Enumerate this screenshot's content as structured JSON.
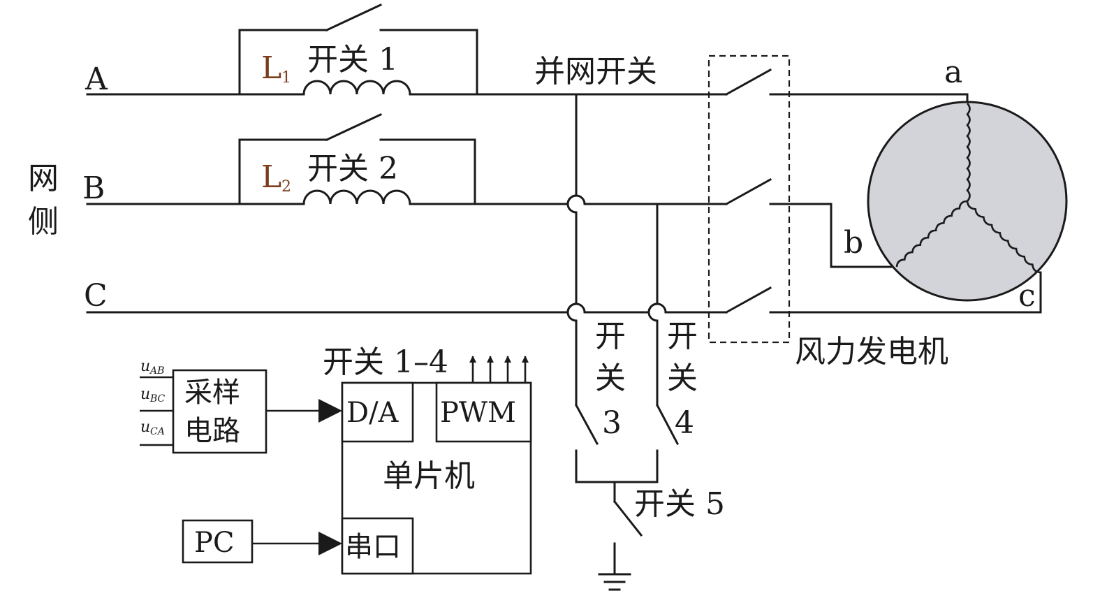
{
  "colors": {
    "line": "#1a1a1a",
    "inductor_label": "#7a3e1e",
    "generator_fill": "#d3d3da"
  },
  "labels": {
    "phase_a": "A",
    "phase_b": "B",
    "phase_c": "C",
    "grid_side_1": "网",
    "grid_side_2": "侧",
    "inductor_1": "L",
    "inductor_1_sub": "1",
    "inductor_2": "L",
    "inductor_2_sub": "2",
    "switch_1": "开关 1",
    "switch_2": "开关 2",
    "grid_switch": "并网开关",
    "switch_3_chars": [
      "开",
      "关",
      "3"
    ],
    "switch_4_chars": [
      "开",
      "关",
      "4"
    ],
    "switch_5": "开关 5",
    "generator": "风力发电机",
    "gen_a": "a",
    "gen_b": "b",
    "gen_c": "c",
    "sampling_1": "采样",
    "sampling_2": "电路",
    "u_ab": "u",
    "u_ab_sub": "AB",
    "u_bc": "u",
    "u_bc_sub": "BC",
    "u_ca": "u",
    "u_ca_sub": "CA",
    "da": "D/A",
    "pwm": "PWM",
    "switch_1_4": "开关 1–4",
    "mcu": "单片机",
    "serial_port": "串口",
    "pc": "PC"
  }
}
